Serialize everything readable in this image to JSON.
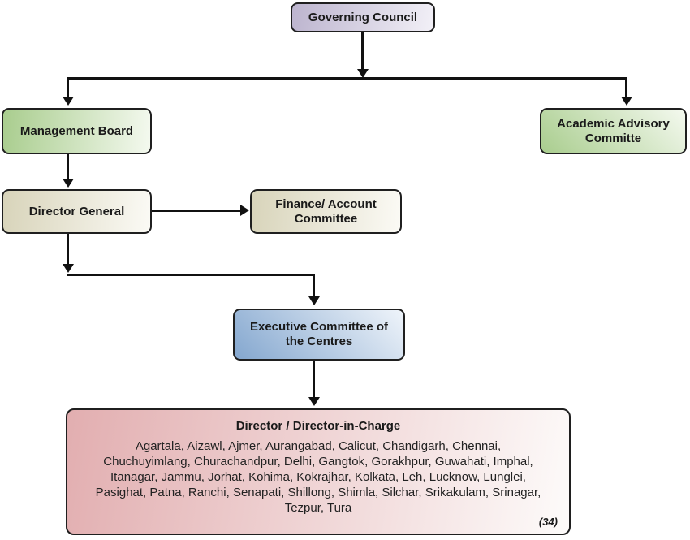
{
  "diagram": {
    "type": "organizational-chart",
    "nodes": {
      "governing_council": {
        "label": "Governing Council"
      },
      "management_board": {
        "label": "Management Board"
      },
      "academic_advisory": {
        "label": "Academic Advisory Committe"
      },
      "director_general": {
        "label": "Director General"
      },
      "finance_account": {
        "label": "Finance/ Account Committee"
      },
      "executive_committee": {
        "label": "Executive Committee of the Centres"
      },
      "director_in_charge": {
        "title": "Director / Director-in-Charge",
        "centres": "Agartala, Aizawl, Ajmer, Aurangabad, Calicut, Chandigarh, Chennai,\nChuchuyimlang, Churachandpur, Delhi, Gangtok, Gorakhpur, Guwahati, Imphal,\nItanagar, Jammu, Jorhat, Kohima, Kokrajhar, Kolkata, Leh, Lucknow, Lunglei,\nPasighat, Patna, Ranchi, Senapati, Shillong, Shimla, Silchar, Srikakulam, Srinagar,\nTezpur, Tura",
        "count_note": "(34)"
      }
    },
    "edges": [
      {
        "from": "Governing Council",
        "to": "Management Board"
      },
      {
        "from": "Governing Council",
        "to": "Academic Advisory Committe"
      },
      {
        "from": "Management Board",
        "to": "Director General"
      },
      {
        "from": "Director General",
        "to": "Finance/ Account Committee"
      },
      {
        "from": "Director General",
        "to": "Executive Committee of the Centres"
      },
      {
        "from": "Executive Committee of the Centres",
        "to": "Director / Director-in-Charge"
      }
    ],
    "colors": {
      "governing_council_start": "#bcb4ce",
      "governing_council_end": "#f2f0f7",
      "green_start": "#a9cd8e",
      "green_end": "#f4f9ef",
      "beige_start": "#d8d4ba",
      "beige_end": "#fbfaf5",
      "blue_start": "#84a7cf",
      "blue_end": "#eff4fa",
      "pink_start": "#e2aeb0",
      "pink_end": "#fdfbfa",
      "connector": "#111111",
      "border": "#1f1f1f"
    }
  }
}
